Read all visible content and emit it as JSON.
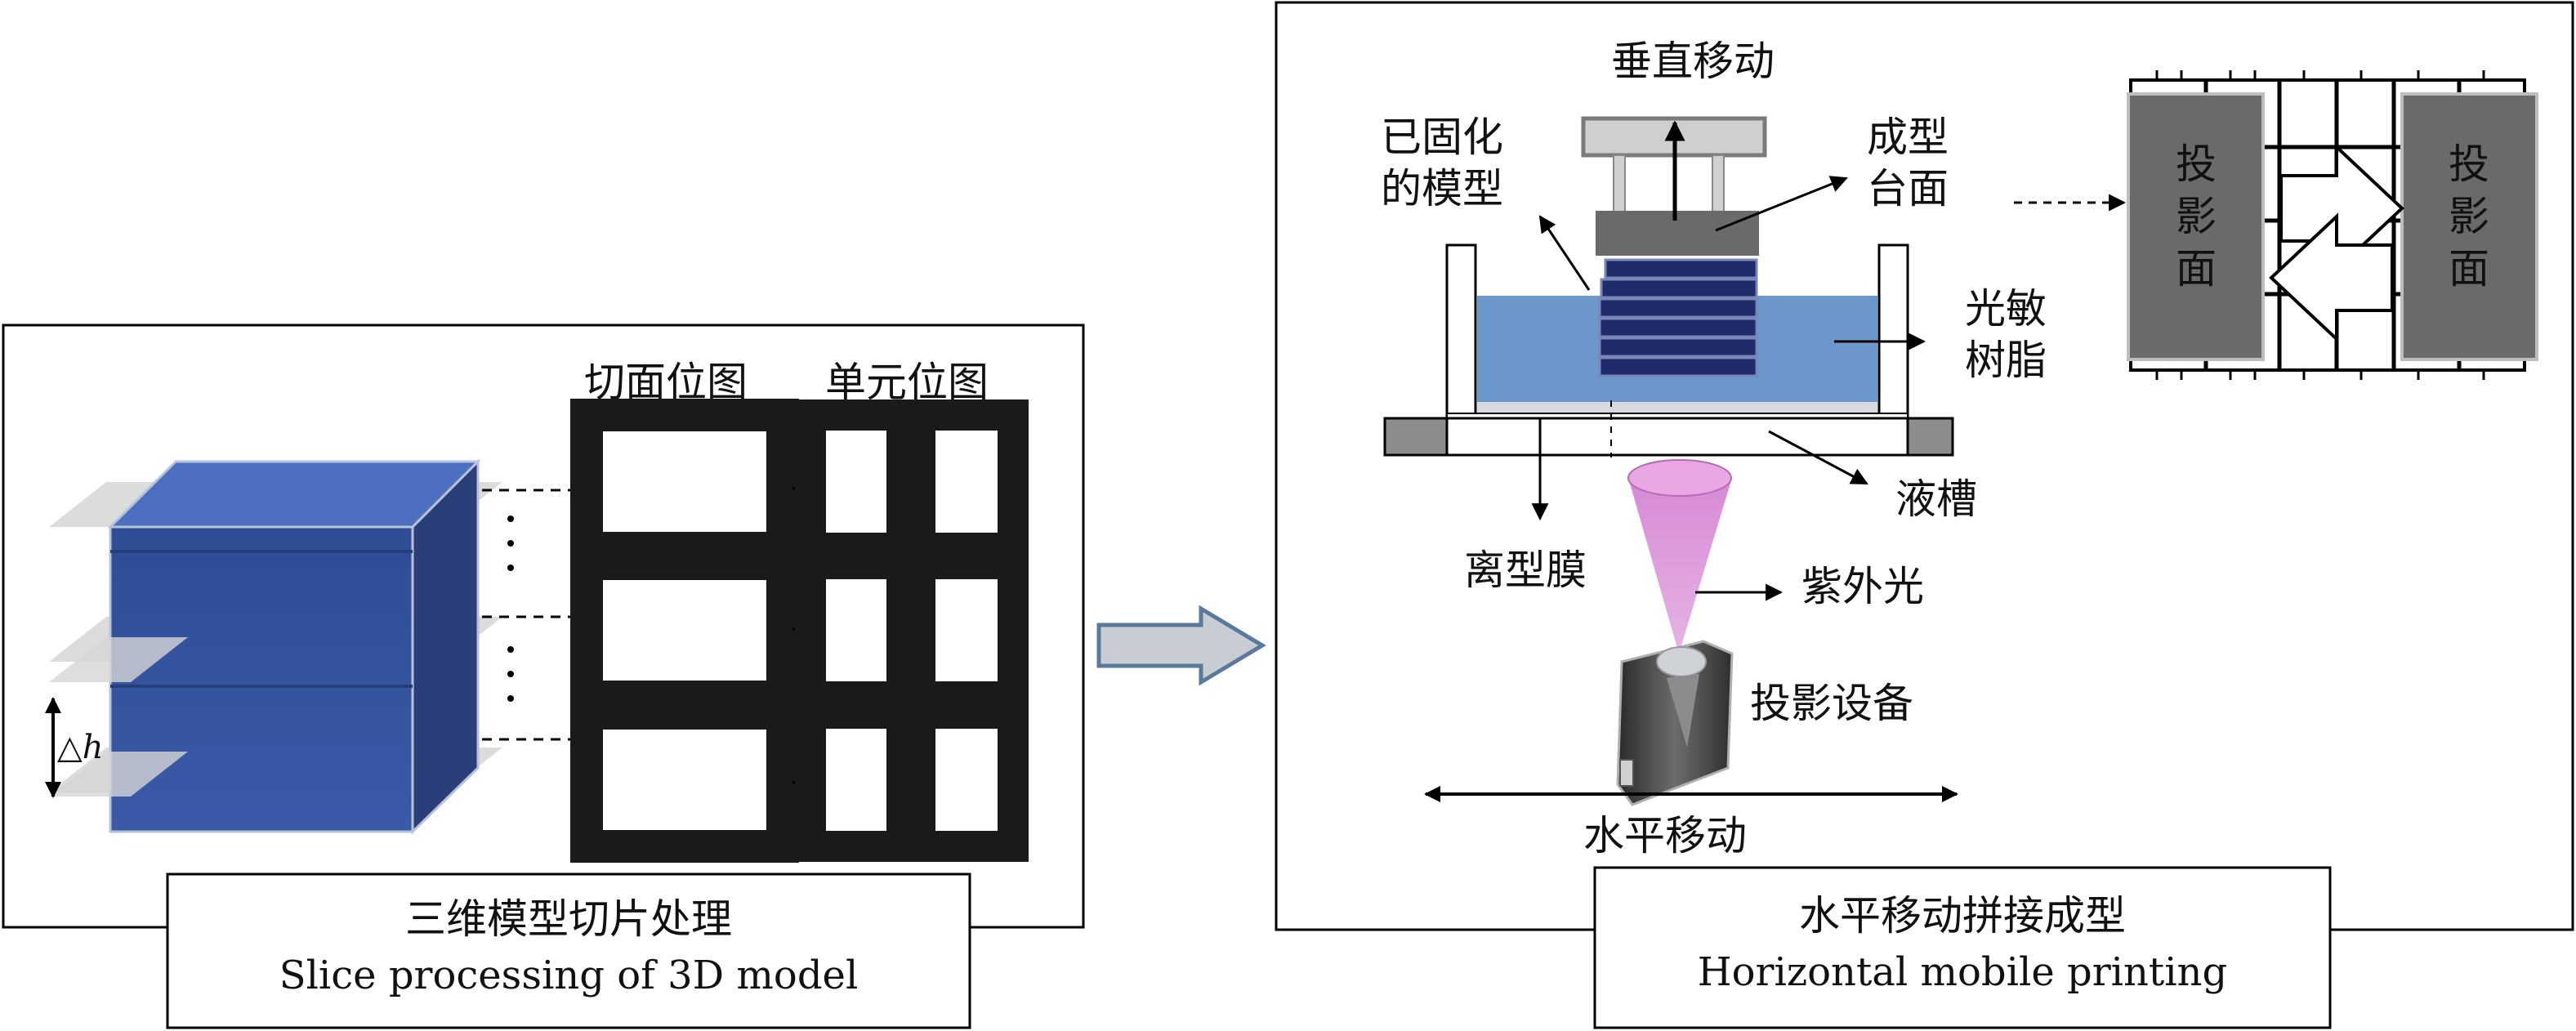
{
  "left_panel": {
    "caption_cn": "三维模型切片处理",
    "caption_en": "Slice processing of 3D model",
    "slice_bitmap_label": "切面位图",
    "unit_bitmap_label": "单元位图",
    "layer_height_label": "△h"
  },
  "right_panel": {
    "caption_cn": "水平移动拼接成型",
    "caption_en": "Horizontal mobile printing",
    "vertical_move_label": "垂直移动",
    "cured_model_label_1": "已固化",
    "cured_model_label_2": "的模型",
    "platform_label_1": "成型",
    "platform_label_2": "台面",
    "resin_label_1": "光敏",
    "resin_label_2": "树脂",
    "tank_label": "液槽",
    "release_film_label": "离型膜",
    "uv_light_label": "紫外光",
    "projector_label": "投影设备",
    "horizontal_move_label": "水平移动",
    "projection_face_left": [
      "投",
      "影",
      "面"
    ],
    "projection_face_right": [
      "投",
      "影",
      "面"
    ]
  },
  "colors": {
    "cube_blue": "#2e4a8f",
    "resin_blue": "#6b97cb",
    "uv_pink": "#d98ad6",
    "gray_dark": "#6a6a6a",
    "arrow_fill": "#c8cdd4",
    "arrow_stroke": "#5a7a9c"
  }
}
